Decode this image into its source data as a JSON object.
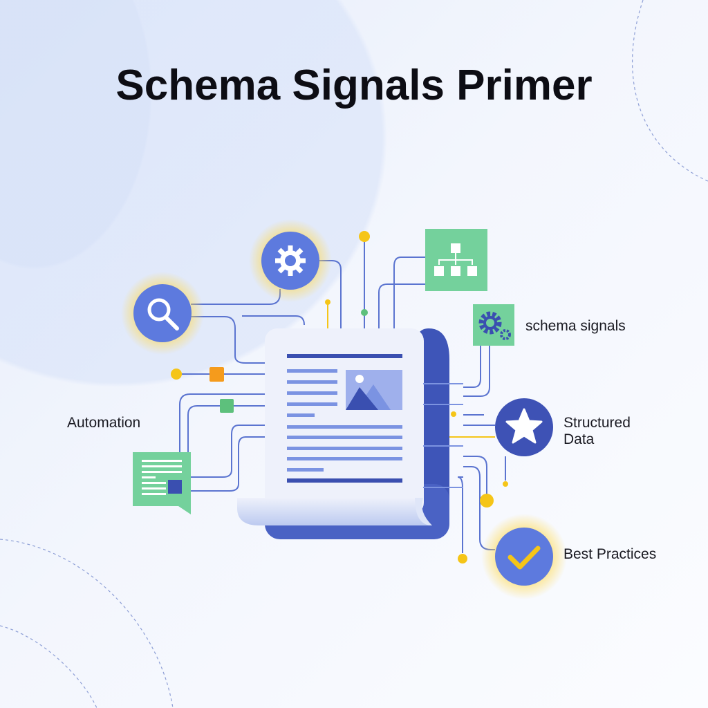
{
  "title": "Schema Signals Primer",
  "labels": {
    "schema_signals": "schema signals",
    "automation": "Automation",
    "structured_data_line1": "Structured",
    "structured_data_line2": "Data",
    "best_practices": "Best Practices"
  },
  "colors": {
    "primary_blue": "#5b78dc",
    "dark_blue": "#3a4fb0",
    "green": "#72d09a",
    "yellow": "#f5c518",
    "orange": "#f59b1c"
  }
}
